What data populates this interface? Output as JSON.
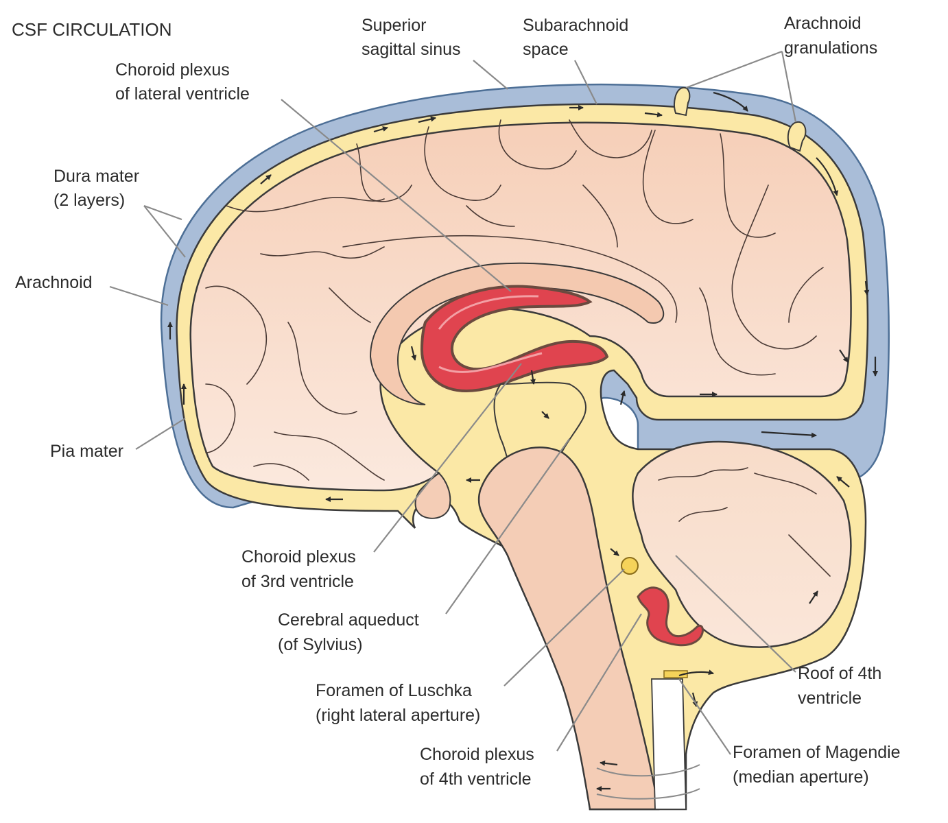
{
  "title": "CSF CIRCULATION",
  "colors": {
    "dura": "#a9bdd8",
    "dura_edge": "#4d6f96",
    "csf": "#fbe8a6",
    "brain": "#f7d6c3",
    "brain_light": "#fbe6da",
    "choroid": "#e0444f",
    "choroid_edge": "#6b4a3f",
    "outline": "#3a3a3a"
  },
  "labels": {
    "superior_sagittal_sinus": [
      "Superior",
      "sagittal sinus"
    ],
    "subarachnoid_space": [
      "Subarachnoid",
      "space"
    ],
    "arachnoid_granulations": [
      "Arachnoid",
      "granulations"
    ],
    "choroid_plexus_lateral": [
      "Choroid plexus",
      "of lateral ventricle"
    ],
    "dura_mater": [
      "Dura mater",
      "(2 layers)"
    ],
    "arachnoid": [
      "Arachnoid"
    ],
    "pia_mater": [
      "Pia mater"
    ],
    "choroid_plexus_3rd": [
      "Choroid plexus",
      "of 3rd ventricle"
    ],
    "cerebral_aqueduct": [
      "Cerebral aqueduct",
      "(of Sylvius)"
    ],
    "foramen_luschka": [
      "Foramen of Luschka",
      "(right lateral aperture)"
    ],
    "choroid_plexus_4th": [
      "Choroid plexus",
      "of 4th ventricle"
    ],
    "roof_4th": [
      "Roof of 4th",
      "ventricle"
    ],
    "foramen_magendie": [
      "Foramen of Magendie",
      "(median aperture)"
    ]
  }
}
